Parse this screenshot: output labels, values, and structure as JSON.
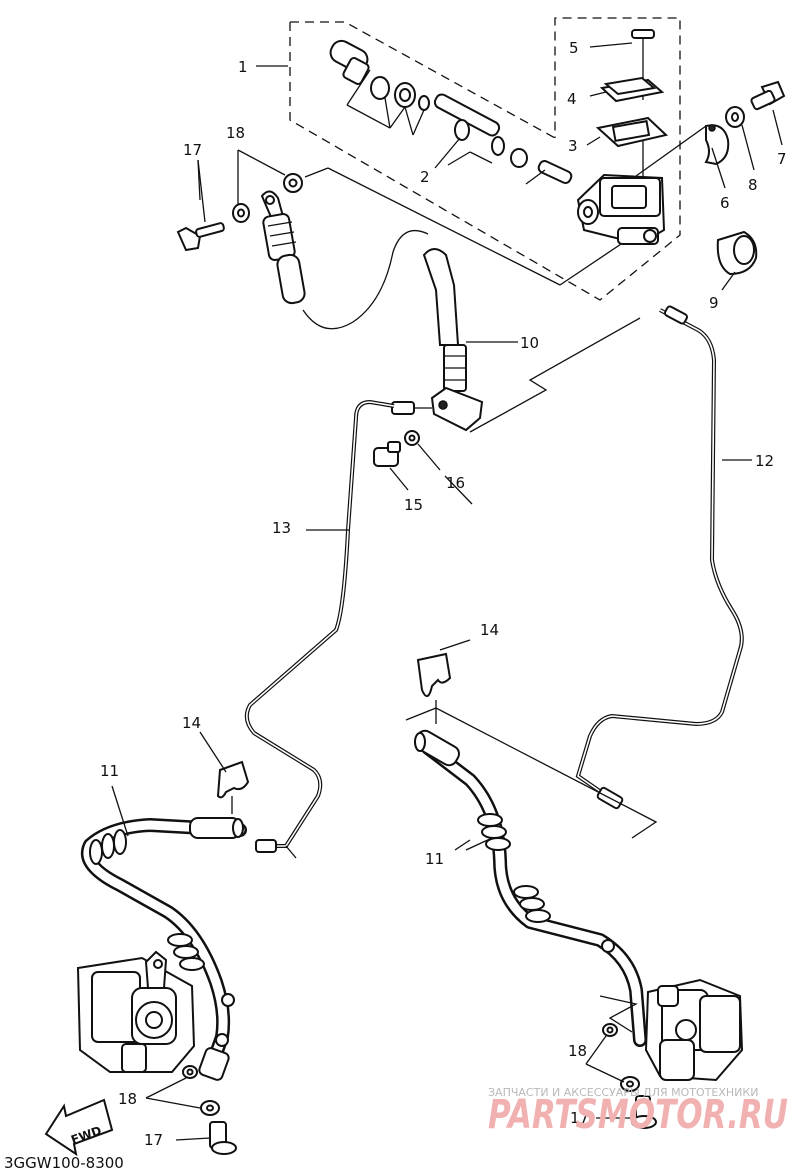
{
  "diagram": {
    "drawing_number": "3GGW100-8300",
    "fwd_label": "FWD",
    "callouts": [
      {
        "id": "c1",
        "text": "1"
      },
      {
        "id": "c2",
        "text": "2"
      },
      {
        "id": "c3",
        "text": "3"
      },
      {
        "id": "c4",
        "text": "4"
      },
      {
        "id": "c5",
        "text": "5"
      },
      {
        "id": "c6",
        "text": "6"
      },
      {
        "id": "c7",
        "text": "7"
      },
      {
        "id": "c8",
        "text": "8"
      },
      {
        "id": "c9",
        "text": "9"
      },
      {
        "id": "c10",
        "text": "10"
      },
      {
        "id": "c11a",
        "text": "11"
      },
      {
        "id": "c11b",
        "text": "11"
      },
      {
        "id": "c12",
        "text": "12"
      },
      {
        "id": "c13",
        "text": "13"
      },
      {
        "id": "c14a",
        "text": "14"
      },
      {
        "id": "c14b",
        "text": "14"
      },
      {
        "id": "c15",
        "text": "15"
      },
      {
        "id": "c16",
        "text": "16"
      },
      {
        "id": "c17a",
        "text": "17"
      },
      {
        "id": "c17b",
        "text": "17"
      },
      {
        "id": "c17c",
        "text": "17"
      },
      {
        "id": "c18a",
        "text": "18"
      },
      {
        "id": "c18b",
        "text": "18"
      },
      {
        "id": "c18c",
        "text": "18"
      }
    ]
  },
  "watermark": {
    "line1": "ЗАПЧАСТИ И АКСЕССУАРЫ ДЛЯ МОТОТЕХНИКИ",
    "line2": "PARTSMOTOR.RU"
  }
}
